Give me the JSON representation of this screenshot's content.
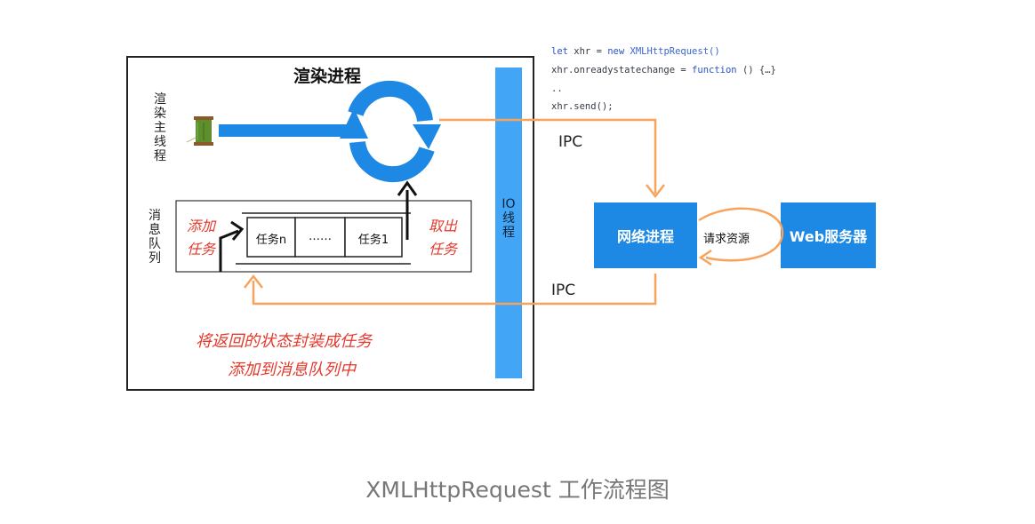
{
  "render_process": {
    "title": "渲染进程",
    "main_thread_label": "渲染主线程",
    "message_queue_label": "消息队列",
    "add_task_label": [
      "添加",
      "任务"
    ],
    "take_task_label": [
      "取出",
      "任务"
    ],
    "tasks": [
      "任务n",
      "……",
      "任务1"
    ],
    "io_thread_label": "IO线程",
    "note_line1": "将返回的状态封装成任务",
    "note_line2": "添加到消息队列中"
  },
  "network": {
    "network_process_label": "网络进程",
    "web_server_label": "Web服务器",
    "request_label": "请求资源",
    "ipc_top": "IPC",
    "ipc_bottom": "IPC"
  },
  "code": {
    "line1": {
      "kw": "let",
      "mid": " xhr = ",
      "kw2": "new",
      "rest": " XMLHttpRequest()"
    },
    "line2": {
      "pre": "xhr.onreadystatechange = ",
      "kw": "function",
      "rest": " () {…}"
    },
    "line3": "..",
    "line4": "xhr.send();"
  },
  "caption": "XMLHttpRequest 工作流程图",
  "colors": {
    "blue": "#1e88e5",
    "light_blue": "#42a5f5",
    "orange": "#f7a35c",
    "red_text": "#e4382b"
  }
}
